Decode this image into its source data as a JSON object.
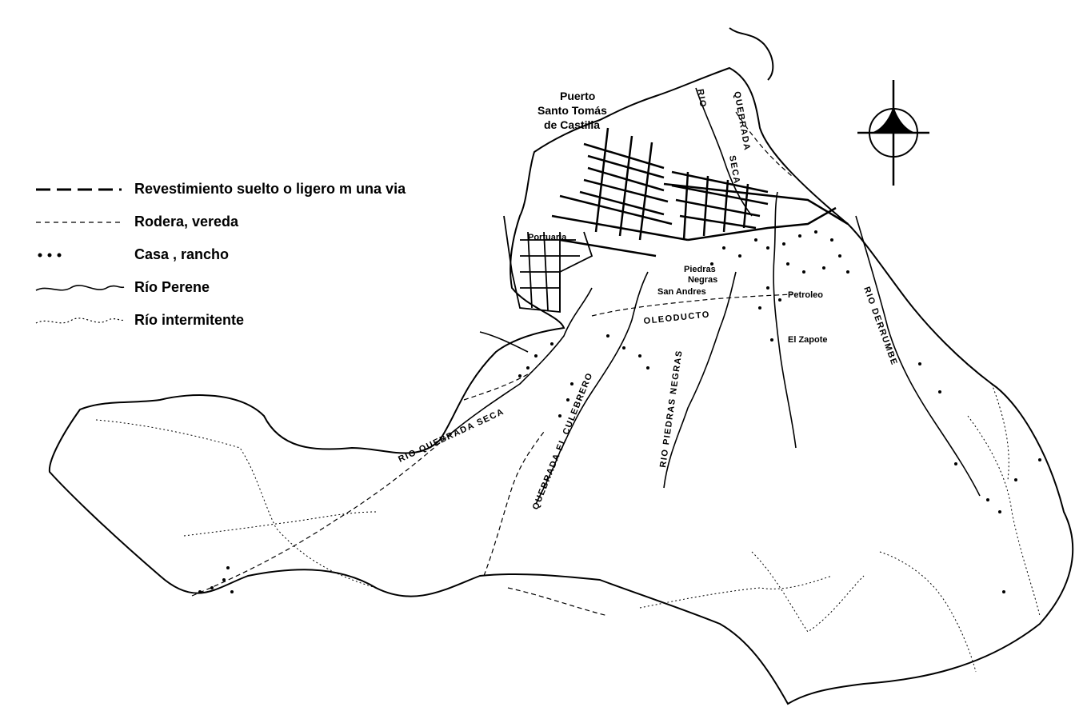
{
  "legend": [
    {
      "key": "road-loose",
      "label": "Revestimiento suelto o ligero m una via"
    },
    {
      "key": "track",
      "label": "Rodera, vereda"
    },
    {
      "key": "house",
      "label": "Casa , rancho"
    },
    {
      "key": "river",
      "label": "Río Perene"
    },
    {
      "key": "intermittent",
      "label": "Río intermitente"
    }
  ],
  "places": {
    "city_line1": "Puerto",
    "city_line2": "Santo Tomás",
    "city_line3": "de Castilla",
    "portuaria": "Portuaria",
    "piedras_line1": "Piedras",
    "piedras_line2": "Negras",
    "san_andres": "San Andres",
    "petroleo": "Petroleo",
    "el_zapote": "El Zapote",
    "oleoducto": "OLEODUCTO"
  },
  "rivers": {
    "quebrada_seca_top_1": "RIO",
    "quebrada_seca_top_2": "QUEBRADA",
    "quebrada_seca_top_3": "SECA",
    "quebrada_seca_bottom": "RIO QUEBRADA SECA",
    "culebrero": "QUEBRADA EL CULEBRERO",
    "piedras_negras": "RIO PIEDRAS NEGRAS",
    "derrumbe": "RIO DERRUMBE"
  },
  "colors": {
    "ink": "#000000",
    "paper": "#ffffff"
  }
}
